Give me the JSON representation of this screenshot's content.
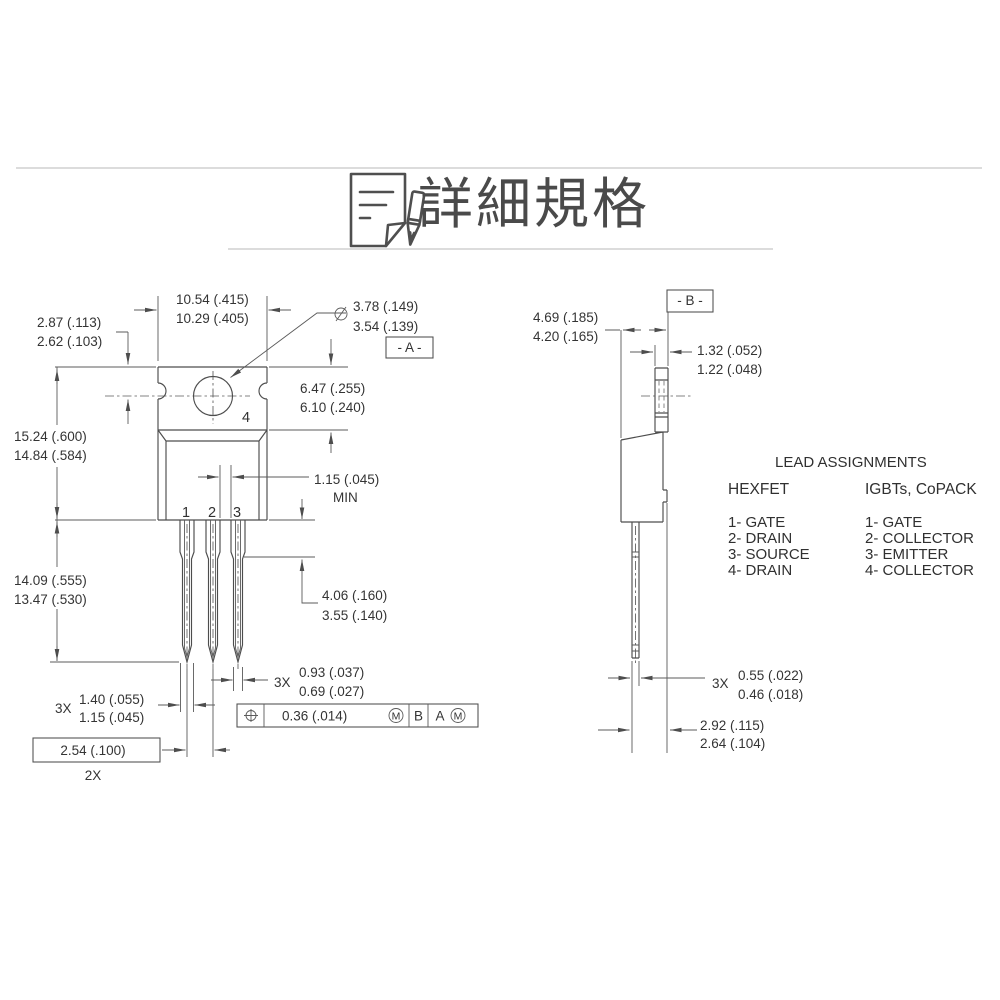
{
  "header": {
    "title": "詳細規格",
    "icon": "document-pen-icon"
  },
  "front_view": {
    "pins": {
      "p1": "1",
      "p2": "2",
      "p3": "3",
      "p4": "4"
    },
    "datum": "- A -",
    "dim_tab_width": {
      "l1": "10.54 (.415)",
      "l2": "10.29 (.405)"
    },
    "dim_hole_offset": {
      "l1": "2.87 (.113)",
      "l2": "2.62 (.103)"
    },
    "dim_hole_dia": {
      "symbol": "diameter-symbol",
      "l1": "3.78 (.149)",
      "l2": "3.54 (.139)"
    },
    "dim_tab_height": {
      "l1": "6.47 (.255)",
      "l2": "6.10 (.240)"
    },
    "dim_body_height": {
      "l1": "15.24 (.600)",
      "l2": "14.84 (.584)"
    },
    "dim_lead_length": {
      "l1": "14.09 (.555)",
      "l2": "13.47 (.530)"
    },
    "dim_gap_min": {
      "l1": "1.15 (.045)",
      "l2": "MIN"
    },
    "dim_shoulder": {
      "l1": "4.06 (.160)",
      "l2": "3.55 (.140)"
    },
    "dim_lead_width": {
      "qty": "3X",
      "l1": "0.93 (.037)",
      "l2": "0.69 (.027)"
    },
    "dim_lead_base": {
      "qty": "3X",
      "l1": "1.40 (.055)",
      "l2": "1.15 (.045)"
    },
    "dim_pitch": {
      "value": "2.54 (.100)",
      "qty": "2X"
    },
    "tolerance_frame": {
      "symbol": "position-symbol",
      "tol": "0.36 (.014)",
      "mod1": "M",
      "datum1": "B",
      "datum2": "A",
      "mod2": "M"
    }
  },
  "side_view": {
    "datum": "- B -",
    "dim_depth": {
      "l1": "4.69 (.185)",
      "l2": "4.20 (.165)"
    },
    "dim_tab_thickness": {
      "l1": "1.32 (.052)",
      "l2": "1.22 (.048)"
    },
    "dim_lead_thickness": {
      "qty": "3X",
      "l1": "0.55 (.022)",
      "l2": "0.46 (.018)"
    },
    "dim_lead_offset": {
      "l1": "2.92 (.115)",
      "l2": "2.64 (.104)"
    }
  },
  "lead_assignments": {
    "title": "LEAD ASSIGNMENTS",
    "columns": [
      {
        "header": "HEXFET",
        "items": [
          "1- GATE",
          "2- DRAIN",
          "3- SOURCE",
          "4- DRAIN"
        ]
      },
      {
        "header": "IGBTs, CoPACK",
        "items": [
          "1- GATE",
          "2- COLLECTOR",
          "3- EMITTER",
          "4- COLLECTOR"
        ]
      }
    ]
  },
  "colors": {
    "line": "#4d4d4d",
    "text": "#343434",
    "band": "#dcdcdc",
    "background": "#ffffff"
  }
}
